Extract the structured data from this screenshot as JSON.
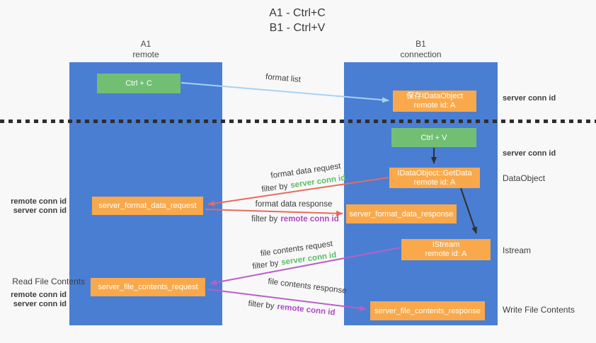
{
  "title": {
    "line1": "A1 - Ctrl+C",
    "line2": "B1 - Ctrl+V"
  },
  "lifelines": {
    "left": {
      "name": "A1",
      "subtitle": "remote"
    },
    "right": {
      "name": "B1",
      "subtitle": "connection"
    }
  },
  "nodes": {
    "ctrl_c": {
      "label": "Ctrl + C"
    },
    "ctrl_v": {
      "label": "Ctrl + V"
    },
    "save_idataobject": {
      "line1": "保存IDataObject",
      "line2": "remote id: A"
    },
    "getdata": {
      "line1": "IDataObject::GetData",
      "line2": "remote id: A"
    },
    "istream": {
      "line1": "IStream",
      "line2": "remote id: A"
    },
    "server_format_data_request": {
      "label": "server_format_data_request"
    },
    "server_format_data_response": {
      "label": "server_format_data_response"
    },
    "server_file_contents_request": {
      "label": "server_file_contents_request"
    },
    "server_file_contents_response": {
      "label": "server_file_contents_response"
    }
  },
  "arrows": {
    "format_list": {
      "label": "format list"
    },
    "format_data_request": {
      "label": "format data request",
      "filter_prefix": "filter by",
      "filter_key": "server conn id"
    },
    "format_data_response": {
      "label": "format data response",
      "filter_prefix": "filter by",
      "filter_key": "remote conn id"
    },
    "file_contents_request": {
      "label": "file contents request",
      "filter_prefix": "filter by",
      "filter_key": "server conn id"
    },
    "file_contents_response": {
      "label": "file contents response",
      "filter_prefix": "filter by",
      "filter_key": "remote conn id"
    }
  },
  "side_labels": {
    "right": {
      "server_conn_id_top": "server conn id",
      "server_conn_id_mid": "server conn id",
      "data_object": "DataObject",
      "istream": "Istream",
      "write_file_contents": "Write File Contents"
    },
    "left": {
      "remote_conn_id_top": "remote conn id",
      "server_conn_id_top": "server conn id",
      "read_file_contents": "Read File Contents",
      "remote_conn_id_bottom": "remote conn id",
      "server_conn_id_bottom": "server conn id"
    }
  },
  "colors": {
    "lifeline_blue": "#4a7ed2",
    "action_green": "#72bf74",
    "message_orange": "#f9a94b",
    "arrow_light_blue": "#a6d2f2",
    "arrow_red": "#e96a5e",
    "arrow_purple": "#ba5ec8",
    "arrow_black": "#303030",
    "text_green": "#5cbd69",
    "text_purple": "#ad49c5",
    "text_dark": "#3d3d3d",
    "background": "#f8f8f8"
  }
}
